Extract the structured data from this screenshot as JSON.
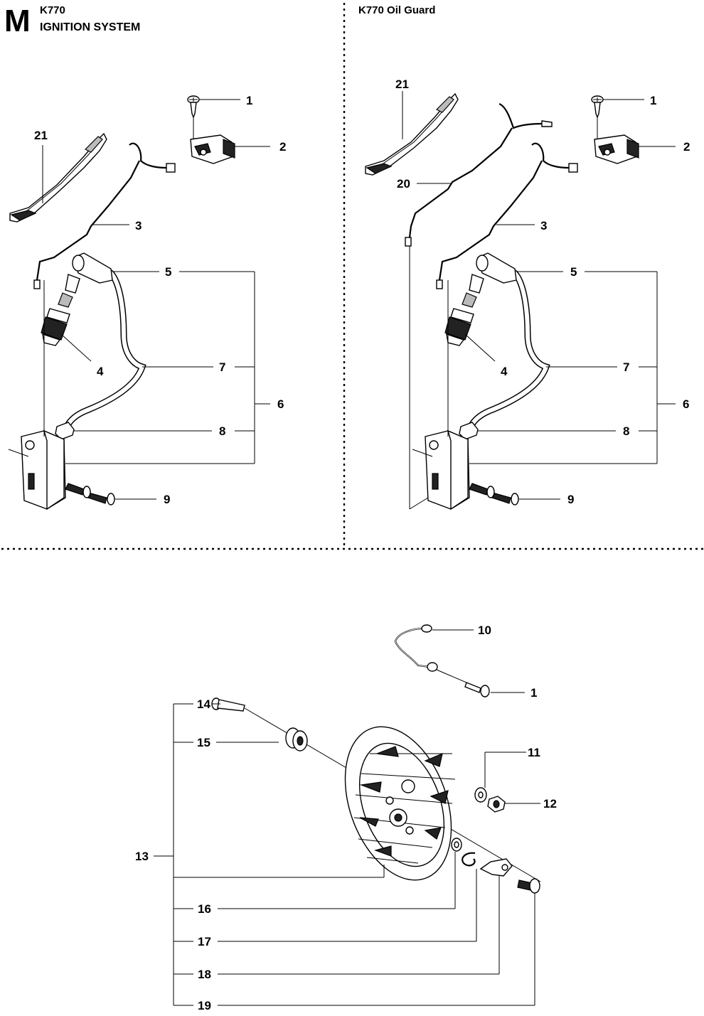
{
  "header": {
    "section_letter": "M",
    "model": "K770",
    "title": "IGNITION SYSTEM",
    "right_panel_title": "K770 Oil Guard"
  },
  "left_panel": {
    "callouts": [
      "1",
      "2",
      "21",
      "3",
      "5",
      "4",
      "7",
      "6",
      "8",
      "9"
    ]
  },
  "right_panel": {
    "callouts": [
      "21",
      "1",
      "2",
      "20",
      "3",
      "5",
      "4",
      "7",
      "6",
      "8",
      "9"
    ]
  },
  "bottom_panel": {
    "callouts": [
      "10",
      "1",
      "14",
      "15",
      "11",
      "12",
      "13",
      "16",
      "17",
      "18",
      "19"
    ]
  }
}
